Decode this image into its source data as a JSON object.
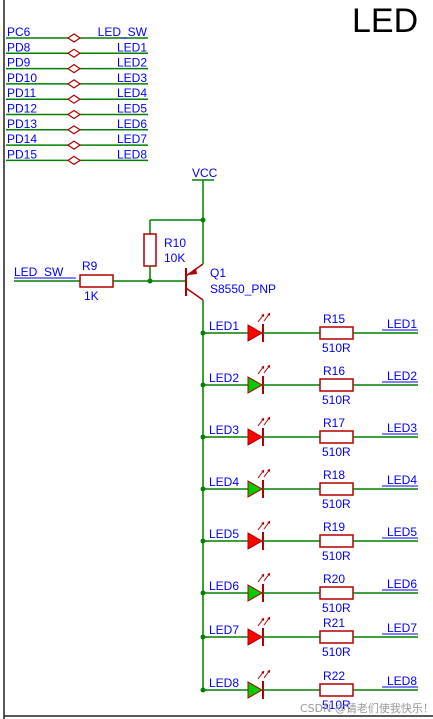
{
  "title": "LED",
  "watermark": "CSDN @请老们使我快乐！！！",
  "colors": {
    "wire": "#008000",
    "label": "#0000ff",
    "component": "#b00000",
    "led_red": "#ff0000",
    "led_green": "#00cc00"
  },
  "port_map": [
    {
      "left": "PC6",
      "right": "LED_SW"
    },
    {
      "left": "PD8",
      "right": "LED1"
    },
    {
      "left": "PD9",
      "right": "LED2"
    },
    {
      "left": "PD10",
      "right": "LED3"
    },
    {
      "left": "PD11",
      "right": "LED4"
    },
    {
      "left": "PD12",
      "right": "LED5"
    },
    {
      "left": "PD13",
      "right": "LED6"
    },
    {
      "left": "PD14",
      "right": "LED7"
    },
    {
      "left": "PD15",
      "right": "LED8"
    }
  ],
  "vcc_label": "VCC",
  "input_net": "LED_SW",
  "r9": {
    "ref": "R9",
    "value": "1K"
  },
  "r10": {
    "ref": "R10",
    "value": "10K"
  },
  "q1": {
    "ref": "Q1",
    "part": "S8550_PNP"
  },
  "led_rows": [
    {
      "led": "LED1",
      "color": "red",
      "res": "R15",
      "value": "510R",
      "net": "LED1"
    },
    {
      "led": "LED2",
      "color": "green",
      "res": "R16",
      "value": "510R",
      "net": "LED2"
    },
    {
      "led": "LED3",
      "color": "red",
      "res": "R17",
      "value": "510R",
      "net": "LED3"
    },
    {
      "led": "LED4",
      "color": "green",
      "res": "R18",
      "value": "510R",
      "net": "LED4"
    },
    {
      "led": "LED5",
      "color": "red",
      "res": "R19",
      "value": "510R",
      "net": "LED5"
    },
    {
      "led": "LED6",
      "color": "green",
      "res": "R20",
      "value": "510R",
      "net": "LED6"
    },
    {
      "led": "LED7",
      "color": "red",
      "res": "R21",
      "value": "510R",
      "net": "LED7"
    },
    {
      "led": "LED8",
      "color": "green",
      "res": "R22",
      "value": "510R",
      "net": "LED8"
    }
  ]
}
